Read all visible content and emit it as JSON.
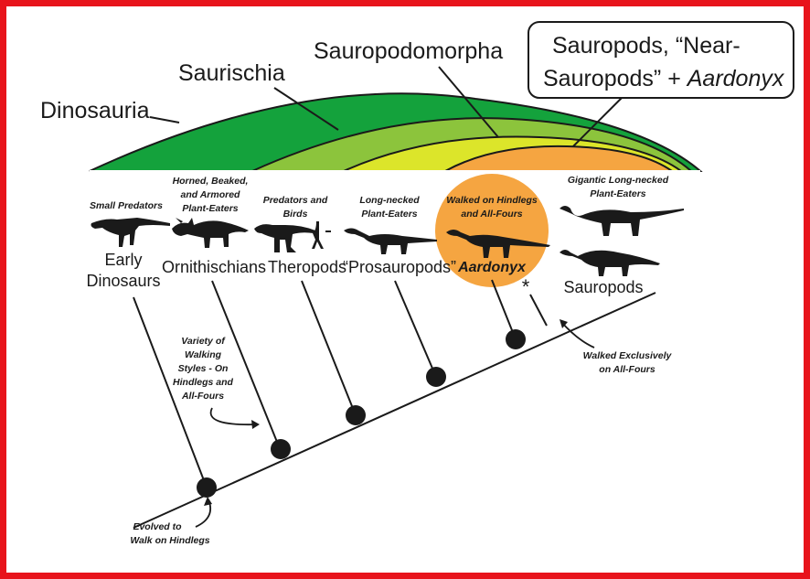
{
  "colors": {
    "border_red": "#e8141c",
    "dinosauria_fill": "#14a23c",
    "saurischia_fill": "#8cc43c",
    "sauropodomorpha_fill": "#dce52a",
    "sauropods_fill": "#f5a541",
    "highlight_circle": "#f5a541",
    "silhouette": "#1a1a1a"
  },
  "clades": {
    "dinosauria": "Dinosauria",
    "saurischia": "Saurischia",
    "sauropodomorpha": "Sauropodomorpha",
    "sauropods_box_line1": "Sauropods, “Near-",
    "sauropods_box_line2a": "Sauropods” + ",
    "sauropods_box_line2b": "Aardonyx"
  },
  "groups": [
    {
      "id": "early",
      "desc": "Small Predators",
      "name_line1": "Early",
      "name_line2": "Dinosaurs",
      "silhouette": "small-predator-icon"
    },
    {
      "id": "ornithischians",
      "desc_line1": "Horned, Beaked,",
      "desc_line2": "and Armored",
      "desc_line3": "Plant-Eaters",
      "name": "Ornithischians",
      "silhouette": "ceratopsian-icon"
    },
    {
      "id": "theropods",
      "desc_line1": "Predators and",
      "desc_line2": "Birds",
      "name": "Theropods",
      "silhouette": "theropod-icon"
    },
    {
      "id": "prosauropods",
      "desc_line1": "Long-necked",
      "desc_line2": "Plant-Eaters",
      "name": "“Prosauropods”",
      "silhouette": "prosauropod-icon"
    },
    {
      "id": "aardonyx",
      "desc_line1": "Walked on Hindlegs",
      "desc_line2": "and All-Fours",
      "name": "Aardonyx",
      "silhouette": "aardonyx-icon"
    },
    {
      "id": "sauropods",
      "desc_line1": "Gigantic Long-necked",
      "desc_line2": "Plant-Eaters",
      "name": "Sauropods",
      "silhouette": "sauropod-icon"
    }
  ],
  "annotations": {
    "variety_line1": "Variety of",
    "variety_line2": "Walking",
    "variety_line3": "Styles - On",
    "variety_line4": "Hindlegs and",
    "variety_line5": "All-Fours",
    "evolved_line1": "Evolved to",
    "evolved_line2": "Walk on Hindlegs",
    "walked_line1": "Walked Exclusively",
    "walked_line2": "on All-Fours",
    "asterisk": "*"
  }
}
